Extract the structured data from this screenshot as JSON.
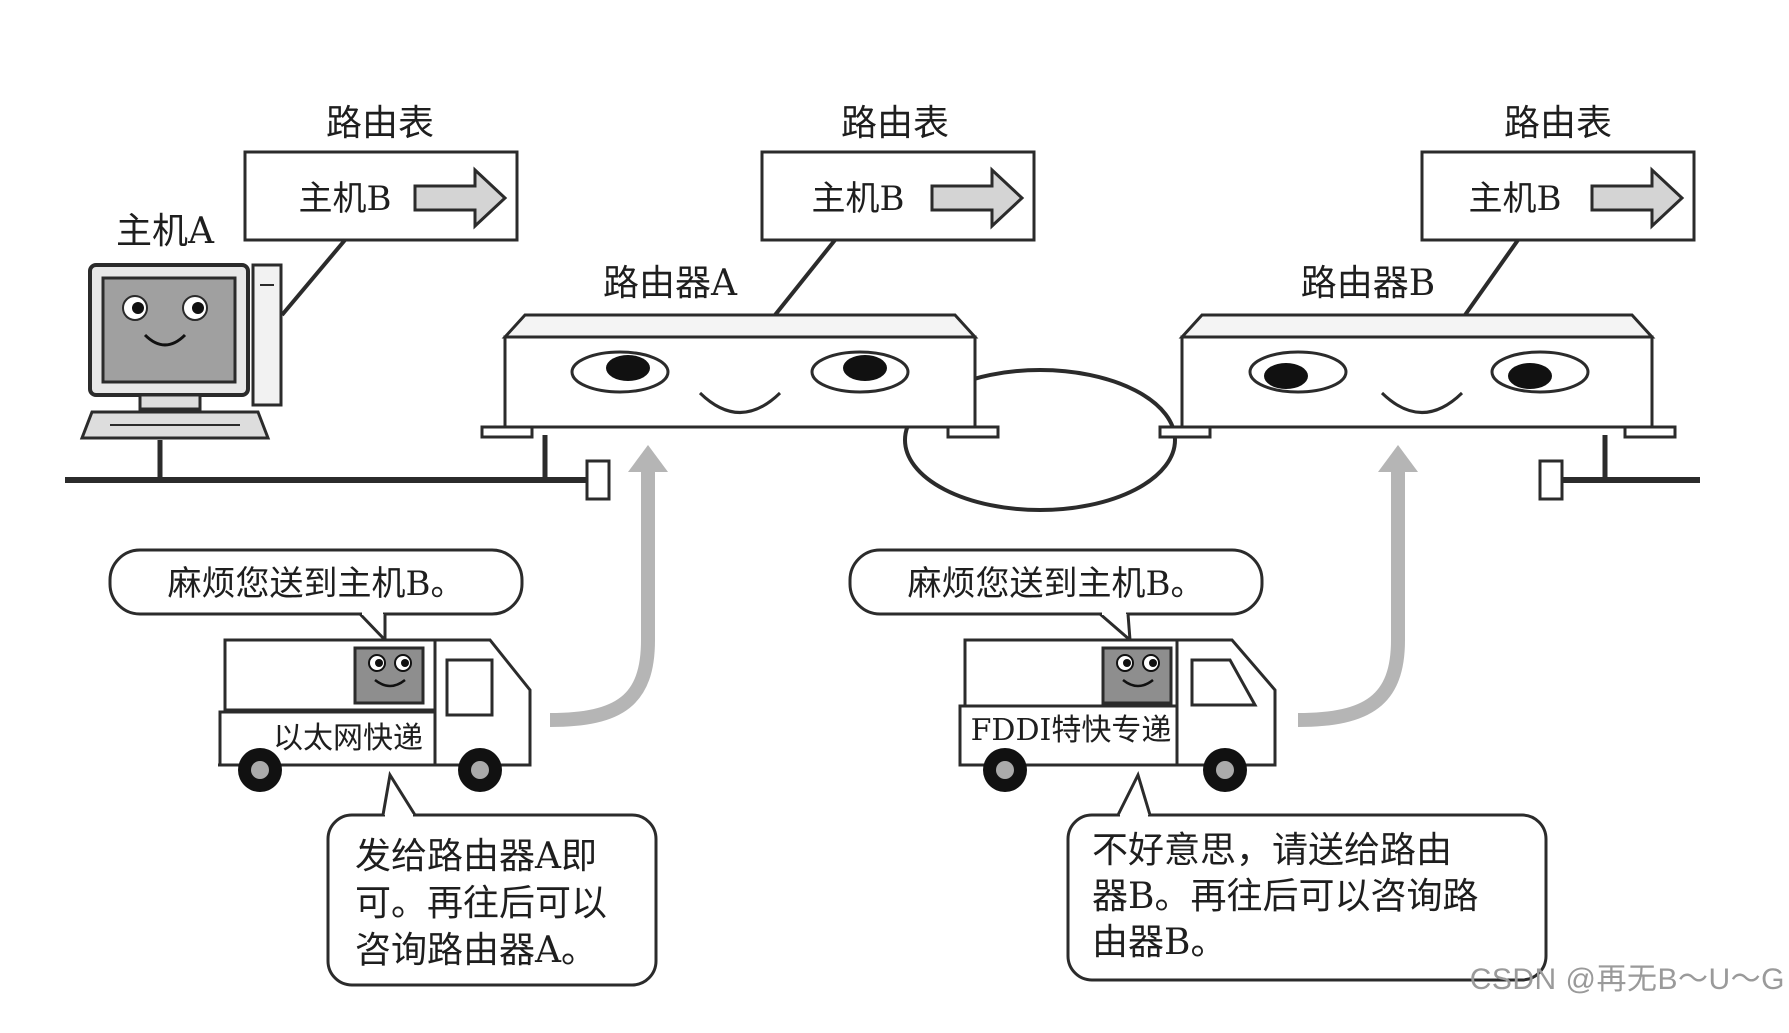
{
  "diagram": {
    "routing_table_label": "路由表",
    "routing_entry": "主机B",
    "host_a": "主机A",
    "router_a": "路由器A",
    "router_b": "路由器B",
    "bubble_left_top": "麻烦您送到主机B。",
    "bubble_right_top": "麻烦您送到主机B。",
    "truck_left_label": "以太网快递",
    "truck_right_label": "FDDI特快专递",
    "bubble_left_bottom_lines": [
      "发给路由器A即",
      "可。再往后可以",
      "咨询路由器A。"
    ],
    "bubble_right_bottom_lines": [
      "不好意思，请送给路由",
      "器B。再往后可以咨询路",
      "由器B。"
    ]
  },
  "watermark": "CSDN @再无B～U～G",
  "colors": {
    "line": "#2b2b2b",
    "screen_gray": "#a0a0a0",
    "arrow_gray": "#b5b5b5",
    "face_box": "#8e8e8e"
  }
}
